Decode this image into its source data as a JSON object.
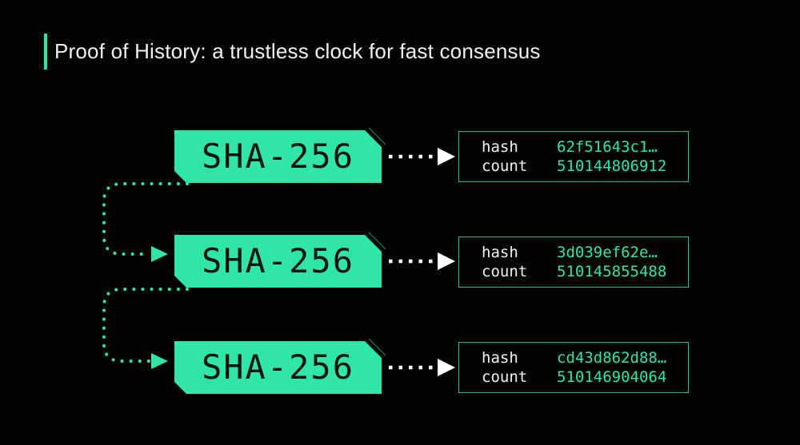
{
  "title": "Proof of History: a trustless clock for fast consensus",
  "labels": {
    "hash": "hash",
    "count": "count"
  },
  "blocks": [
    {
      "label": "SHA-256"
    },
    {
      "label": "SHA-256"
    },
    {
      "label": "SHA-256"
    }
  ],
  "entries": [
    {
      "hash": "62f51643c1…",
      "count": "510144806912"
    },
    {
      "hash": "3d039ef62e…",
      "count": "510145855488"
    },
    {
      "hash": "cd43d862d88…",
      "count": "510146904064"
    }
  ],
  "icons": {
    "flow_arrow": "white dotted arrow pointing right",
    "loop_connector": "green dotted loop from block bottom-left to next block"
  },
  "colors": {
    "background": "#030303",
    "accent_mint": "#2FE6A7",
    "box_border": "#2EBD8C",
    "title_text": "#F1F1F1",
    "block_text": "#08130E",
    "arrow_white": "#FFFFFF"
  }
}
